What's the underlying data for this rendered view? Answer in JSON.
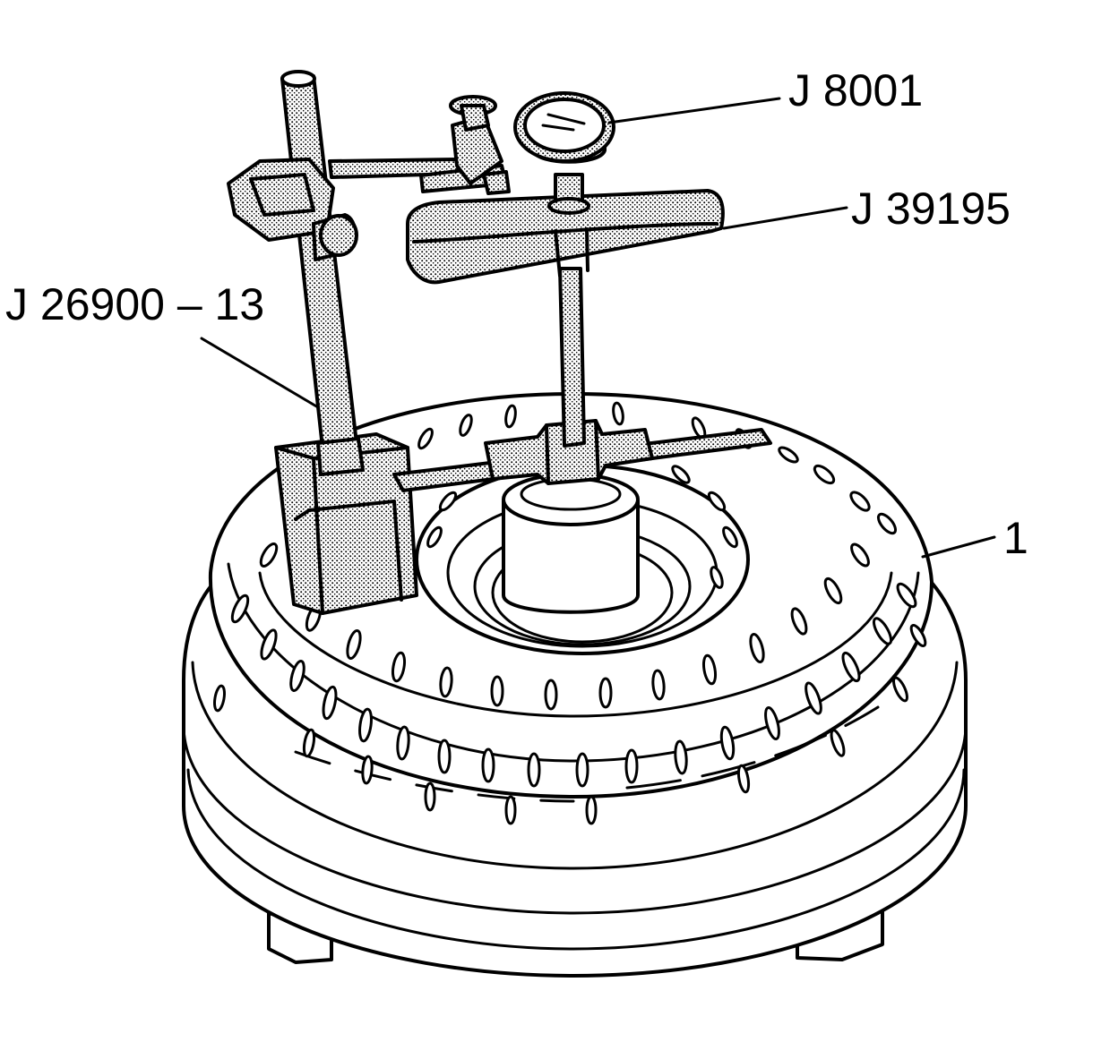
{
  "callouts": {
    "gauge": "J 8001",
    "bridge": "J 39195",
    "stand": "J 26900 – 13",
    "converter": "1"
  }
}
